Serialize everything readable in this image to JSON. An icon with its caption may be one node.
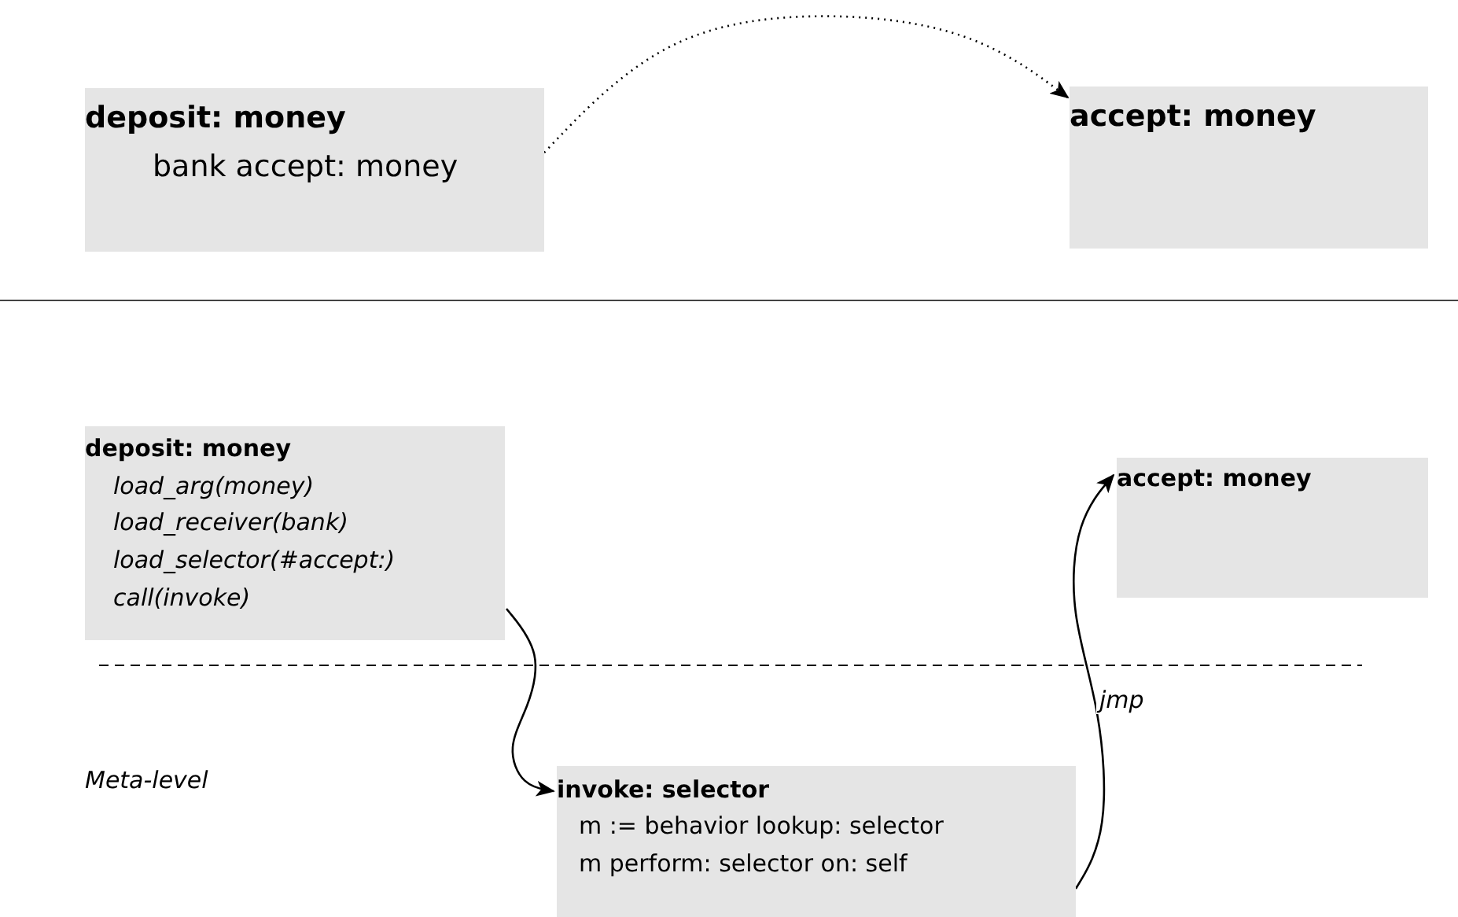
{
  "diagram": {
    "nodes": [
      {
        "text": [
          "deposit: money",
          "bank accept: money"
        ]
      },
      {
        "text": [
          "accept: money"
        ]
      },
      {
        "text": [
          "deposit: money",
          "load_arg(money)",
          "load_receiver(bank)",
          "load_selector(#accept:)",
          "call(invoke)"
        ]
      },
      {
        "text": [
          "accept: money"
        ]
      },
      {
        "text": [
          "invoke: selector",
          "m := behavior lookup: selector",
          "m perform: selector on: self"
        ]
      }
    ],
    "edges": [
      {
        "from": 0,
        "to": 1,
        "arrow": "to",
        "style": "dashed"
      },
      {
        "from": 2,
        "to": 4,
        "arrow": "to"
      },
      {
        "from": 4,
        "to": 3,
        "arrow": "to",
        "label": "jmp"
      }
    ],
    "labels": [
      "Meta-level"
    ]
  }
}
